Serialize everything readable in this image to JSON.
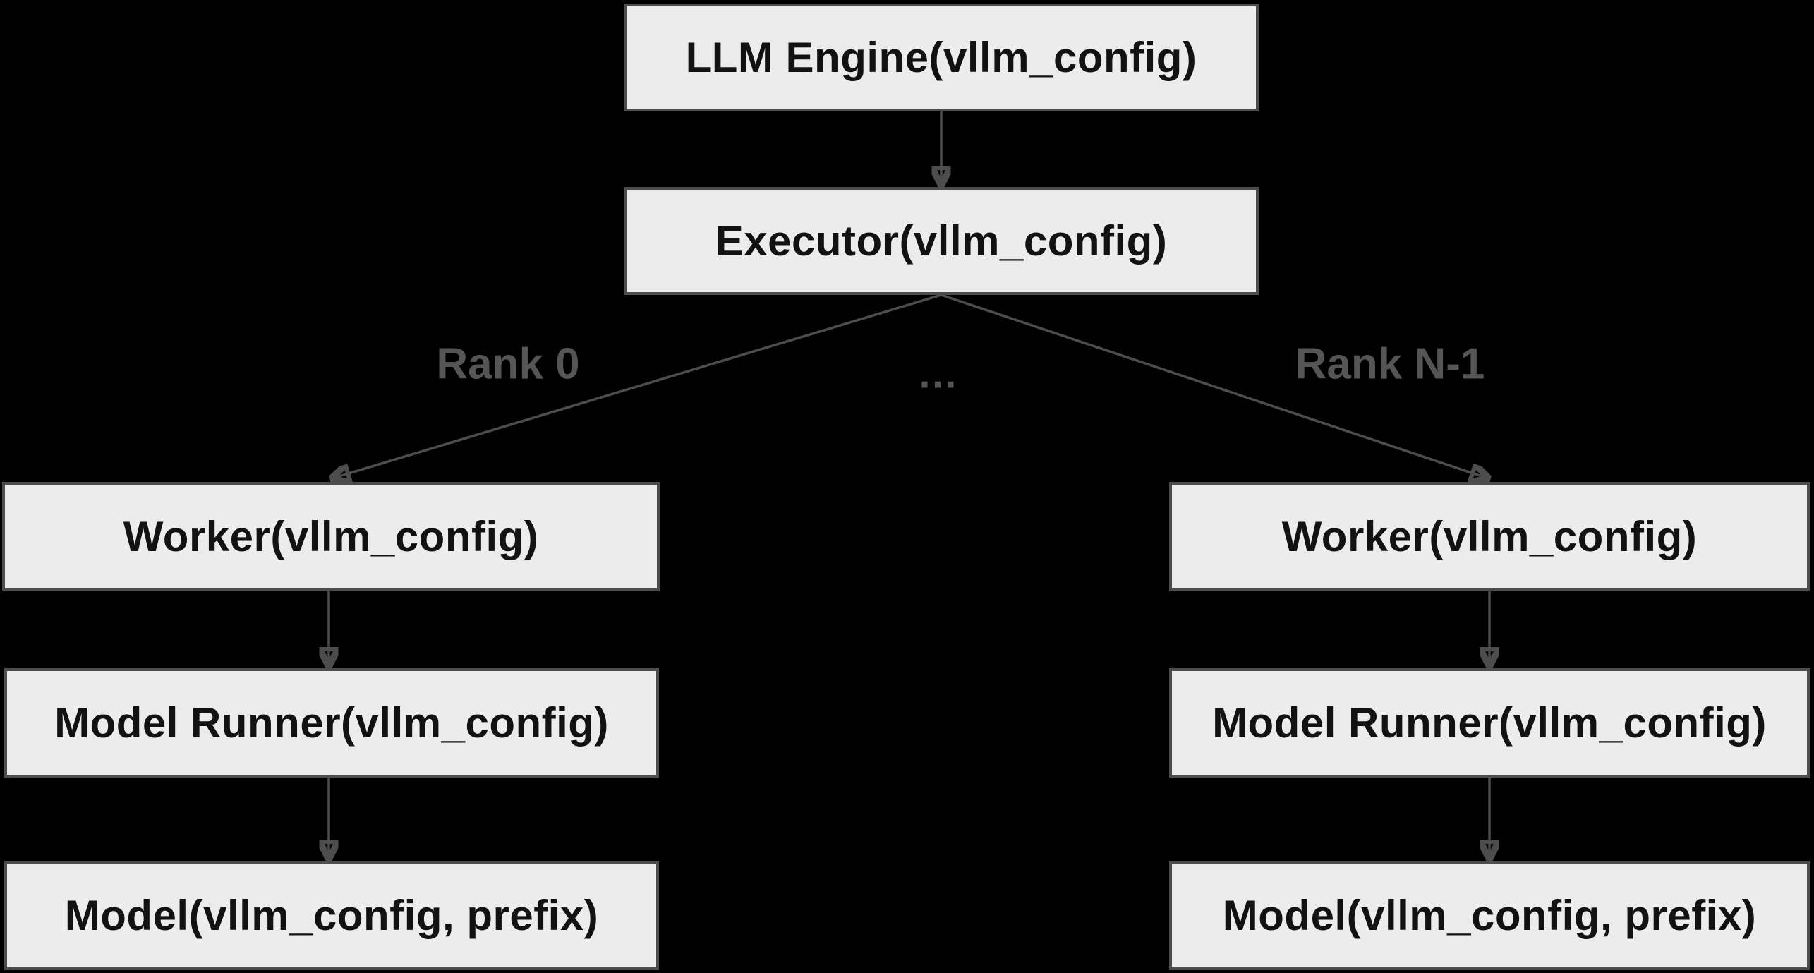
{
  "colors": {
    "background": "#000000",
    "node_fill": "#ececec",
    "node_border": "#4d4d4d",
    "node_text": "#121212",
    "edge": "#4d4d4d",
    "edge_label": "#555555"
  },
  "diagram": {
    "type": "flowchart",
    "nodes": {
      "llm_engine": {
        "label": "LLM Engine(vllm_config)"
      },
      "executor": {
        "label": "Executor(vllm_config)"
      },
      "worker_rank0": {
        "label": "Worker(vllm_config)"
      },
      "model_runner_rank0": {
        "label": "Model Runner(vllm_config)"
      },
      "model_rank0": {
        "label": "Model(vllm_config, prefix)"
      },
      "worker_rankn": {
        "label": "Worker(vllm_config)"
      },
      "model_runner_rankn": {
        "label": "Model Runner(vllm_config)"
      },
      "model_rankn": {
        "label": "Model(vllm_config, prefix)"
      }
    },
    "edge_labels": {
      "rank_0": "Rank 0",
      "ellipsis": "…",
      "rank_n_1": "Rank N-1"
    },
    "edges": [
      {
        "from": "llm_engine",
        "to": "executor",
        "label": ""
      },
      {
        "from": "executor",
        "to": "worker_rank0",
        "label": "Rank 0"
      },
      {
        "from": "executor",
        "to": "worker_rankn",
        "label": "Rank N-1"
      },
      {
        "from": "worker_rank0",
        "to": "model_runner_rank0",
        "label": ""
      },
      {
        "from": "model_runner_rank0",
        "to": "model_rank0",
        "label": ""
      },
      {
        "from": "worker_rankn",
        "to": "model_runner_rankn",
        "label": ""
      },
      {
        "from": "model_runner_rankn",
        "to": "model_rankn",
        "label": ""
      }
    ]
  }
}
